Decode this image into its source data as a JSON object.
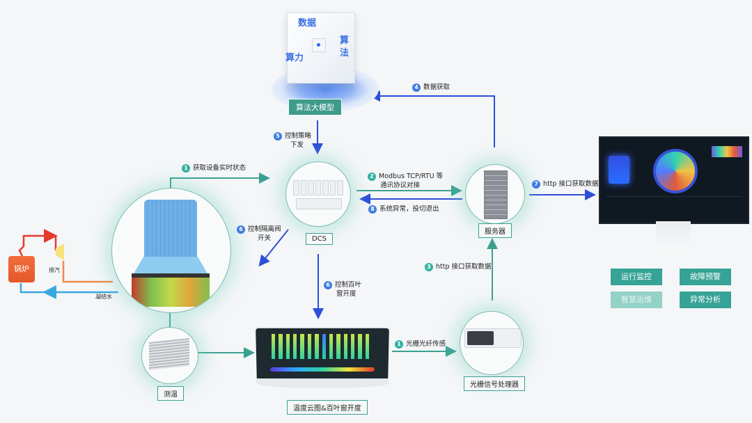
{
  "model": {
    "label": "算法大模型",
    "cube_texts": [
      "数据",
      "算法",
      "算力"
    ]
  },
  "nodes": {
    "dcs": "DCS",
    "server": "服务器",
    "grating_processor": "光栅信号处理器",
    "temp_sensor": "测温",
    "cloud_map": "温度云图&百叶窗开度",
    "boiler": "锅炉",
    "exhaust": "排汽",
    "condensate": "凝结水"
  },
  "steps": [
    {
      "num": "1",
      "text": "获取设备实时状态",
      "color": "teal"
    },
    {
      "num": "2",
      "text": "Modbus TCP/RTU 等",
      "text2": "通讯协议对接",
      "color": "teal"
    },
    {
      "num": "3",
      "text": "http 接口获取数据",
      "color": "teal"
    },
    {
      "num": "4",
      "text": "数据获取",
      "color": "blue"
    },
    {
      "num": "5",
      "text": "控制策略",
      "text2": "下发",
      "color": "blue"
    },
    {
      "num": "6",
      "text": "控制隔离阀",
      "text2": "开关",
      "color": "blue"
    },
    {
      "num": "6",
      "text": "控制百叶",
      "text2": "窗开度",
      "color": "blue"
    },
    {
      "num": "7",
      "text": "http 接口获取数据",
      "color": "blue"
    },
    {
      "num": "8",
      "text": "系统异常，投切退出",
      "color": "blue"
    },
    {
      "num": "1",
      "text": "光栅光纤传感",
      "color": "teal"
    }
  ],
  "features": [
    {
      "label": "运行监控",
      "active": true
    },
    {
      "label": "故障预警",
      "active": true
    },
    {
      "label": "智慧运维",
      "active": false
    },
    {
      "label": "异常分析",
      "active": true
    }
  ],
  "colors": {
    "teal": "#3aa191",
    "blue": "#2d4fd8",
    "boiler": "#f26b3a"
  }
}
